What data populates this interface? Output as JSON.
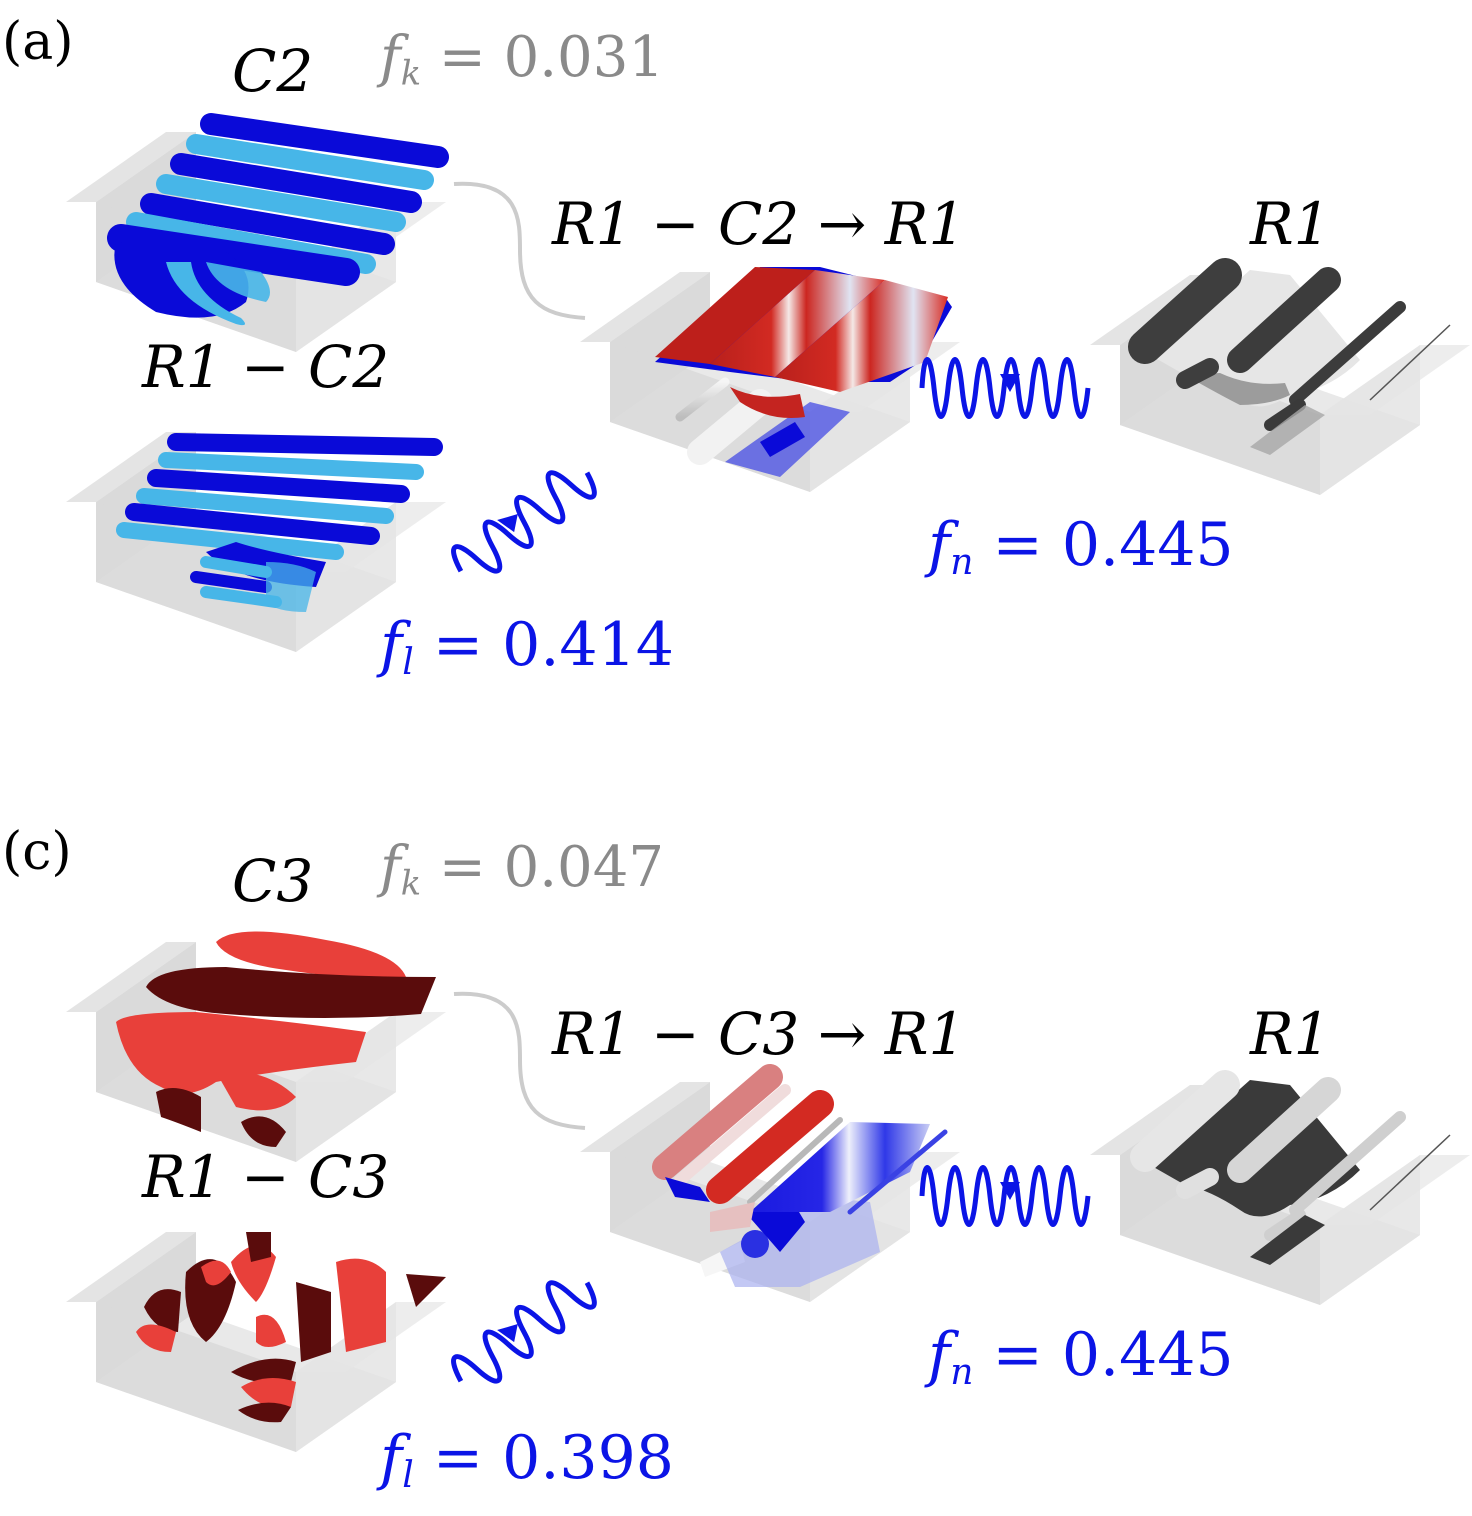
{
  "figure": {
    "rows": [
      {
        "id": "a",
        "tag": "(a)",
        "state_label": "C2",
        "fk_var": "f",
        "fk_sub": "k",
        "fk_value": "= 0.031",
        "residual_label": "R1 − C2",
        "transition_label": "R1 − C2 → R1",
        "target_label": "R1",
        "fl_var": "f",
        "fl_sub": "l",
        "fl_value": "= 0.414",
        "fn_var": "f",
        "fn_sub": "n",
        "fn_value": "= 0.445",
        "isosurface_colors": [
          "#0a0ad8",
          "#47b6e8"
        ]
      },
      {
        "id": "c",
        "tag": "(c)",
        "state_label": "C3",
        "fk_var": "f",
        "fk_sub": "k",
        "fk_value": "= 0.047",
        "residual_label": "R1 − C3",
        "transition_label": "R1 − C3 → R1",
        "target_label": "R1",
        "fl_var": "f",
        "fl_sub": "l",
        "fl_value": "= 0.398",
        "fn_var": "f",
        "fn_sub": "n",
        "fn_value": "= 0.445",
        "isosurface_colors": [
          "#e8403a",
          "#5a0c0c"
        ]
      }
    ],
    "colors": {
      "blue_text": "#0b14e6",
      "gray_text": "#8a8a8a",
      "cavity": "#dcdcdc",
      "connector": "#cccccc",
      "red": "#d6251f",
      "dark_gray": "#3c3c3c"
    }
  }
}
